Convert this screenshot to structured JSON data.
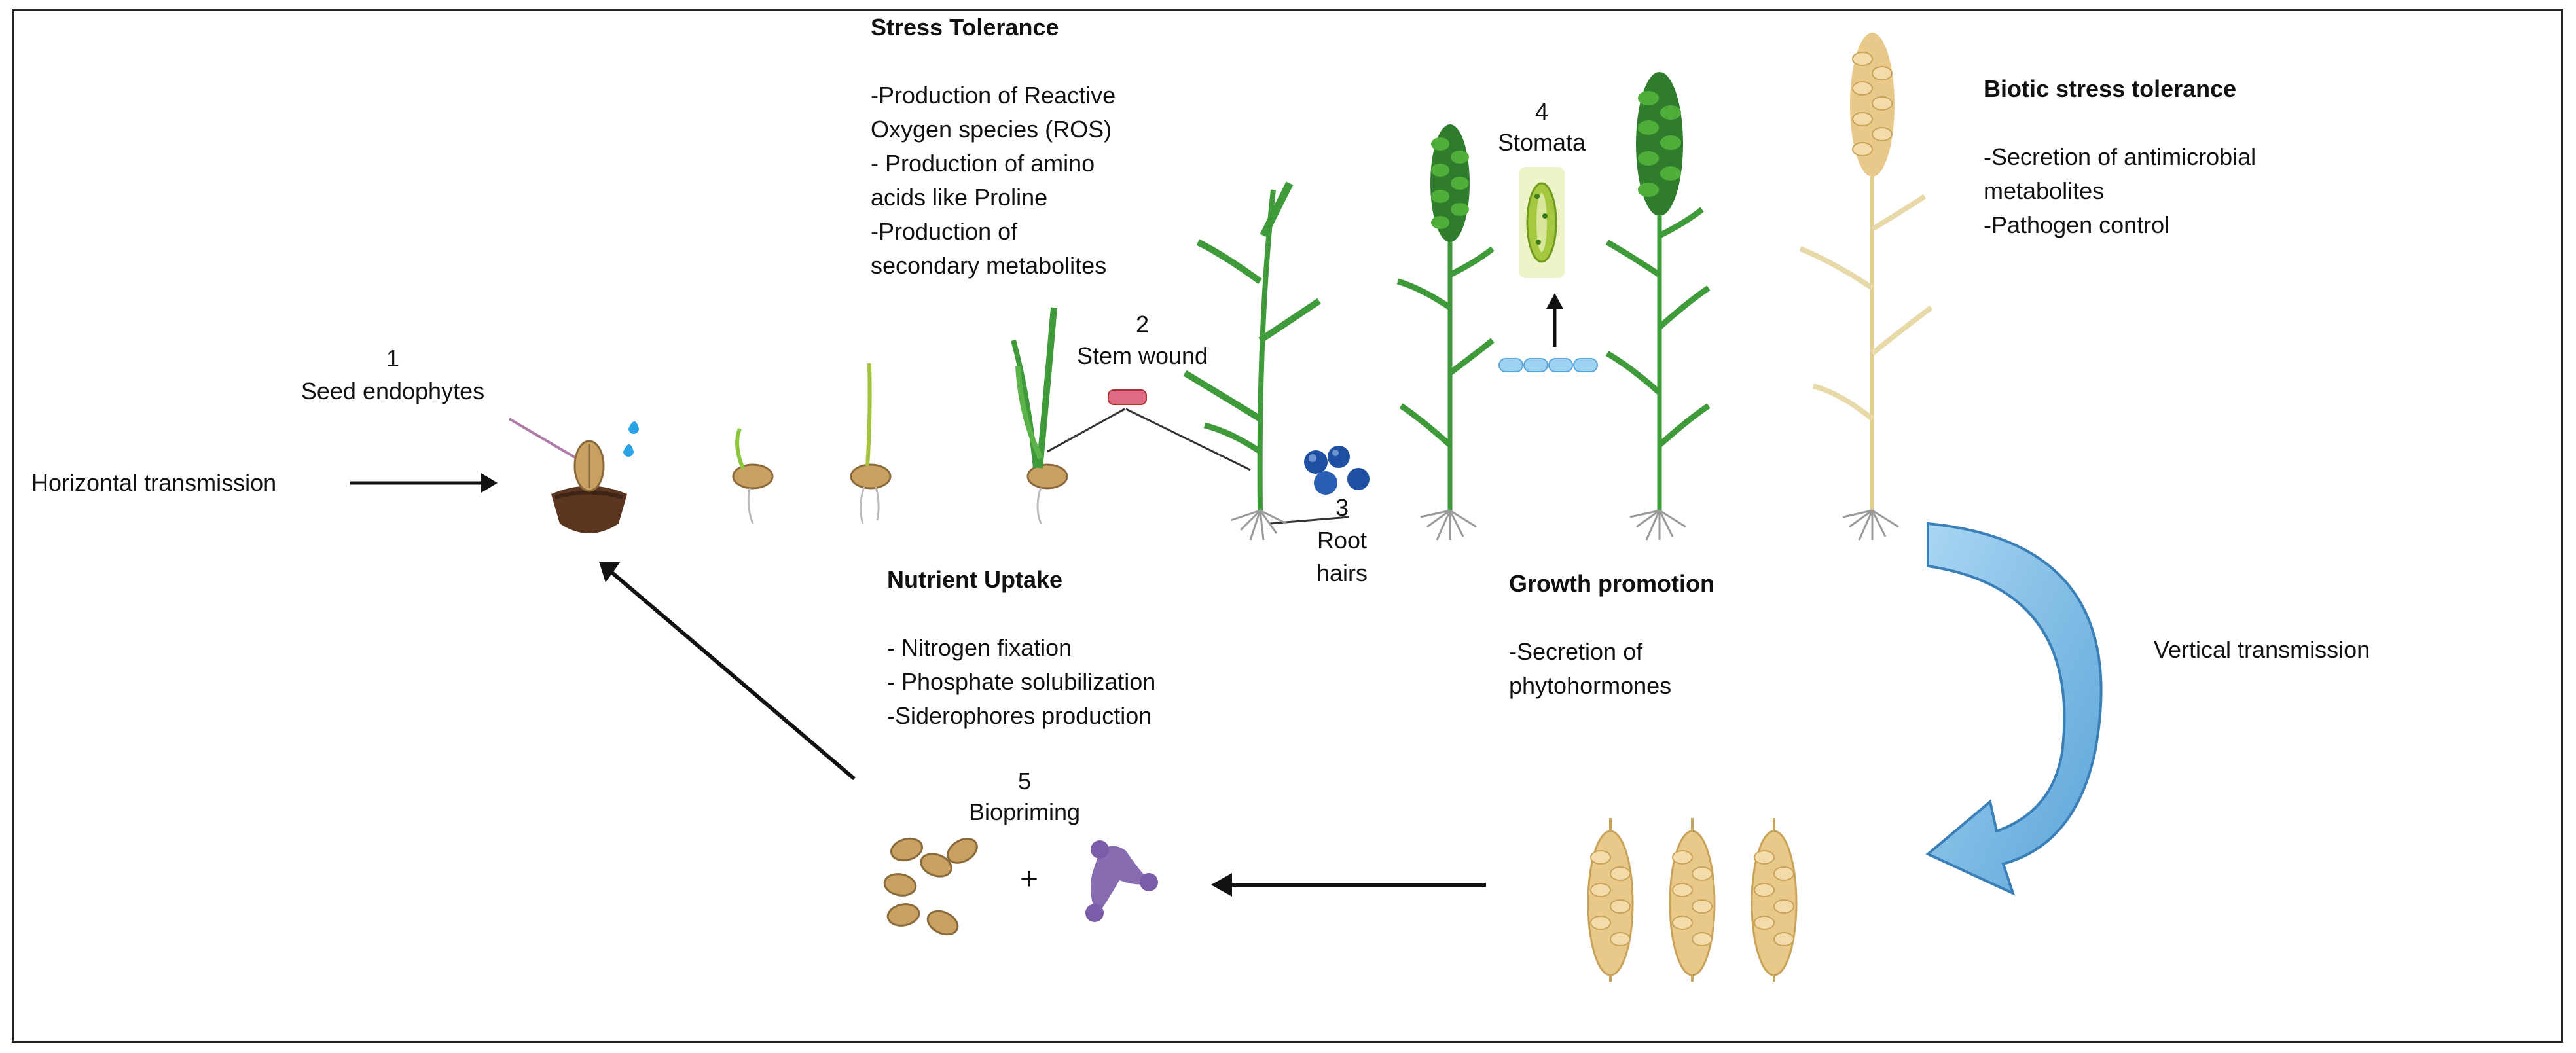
{
  "labels": {
    "horizontal": "Horizontal transmission",
    "vertical": "Vertical transmission",
    "seed_num": "1",
    "seed_text": "Seed endophytes",
    "stem_num": "2",
    "stem_text": "Stem wound",
    "root_num": "3",
    "root_text_1": "Root",
    "root_text_2": "hairs",
    "stomata_num": "4",
    "stomata_text": "Stomata",
    "biopriming_num": "5",
    "biopriming_text": "Biopriming",
    "plus": "+"
  },
  "stress_tolerance": {
    "title": "Stress Tolerance",
    "lines": [
      "-Production of Reactive",
      "Oxygen species (ROS)",
      "- Production of amino",
      "acids like Proline",
      "-Production of",
      "secondary metabolites"
    ]
  },
  "biotic_stress": {
    "title": "Biotic stress tolerance",
    "lines": [
      "-Secretion of antimicrobial",
      "metabolites",
      "-Pathogen control"
    ]
  },
  "nutrient_uptake": {
    "title": "Nutrient Uptake",
    "lines": [
      "- Nitrogen fixation",
      "- Phosphate solubilization",
      "-Siderophores production"
    ]
  },
  "growth_promotion": {
    "title": "Growth promotion",
    "lines": [
      "-Secretion of",
      "phytohormones"
    ]
  },
  "colors": {
    "seed": "#c9a263",
    "seed_dark": "#8a6a3a",
    "soil": "#5a3621",
    "leaf": "#3f9a3a",
    "leaf_light": "#8cc63f",
    "spike_green": "#2f7d2c",
    "wheat_gold": "#e8c98a",
    "wheat_dark": "#c9a35a",
    "bacteria_blue": "#1f4fa0",
    "droplet": "#29a3e6",
    "stem_wound": "#e06a85",
    "arrow_blue": "#7bbde6",
    "arrow_blue_dark": "#3a7fb8",
    "fungus": "#7b5ca8",
    "root": "#9a9a9a"
  }
}
